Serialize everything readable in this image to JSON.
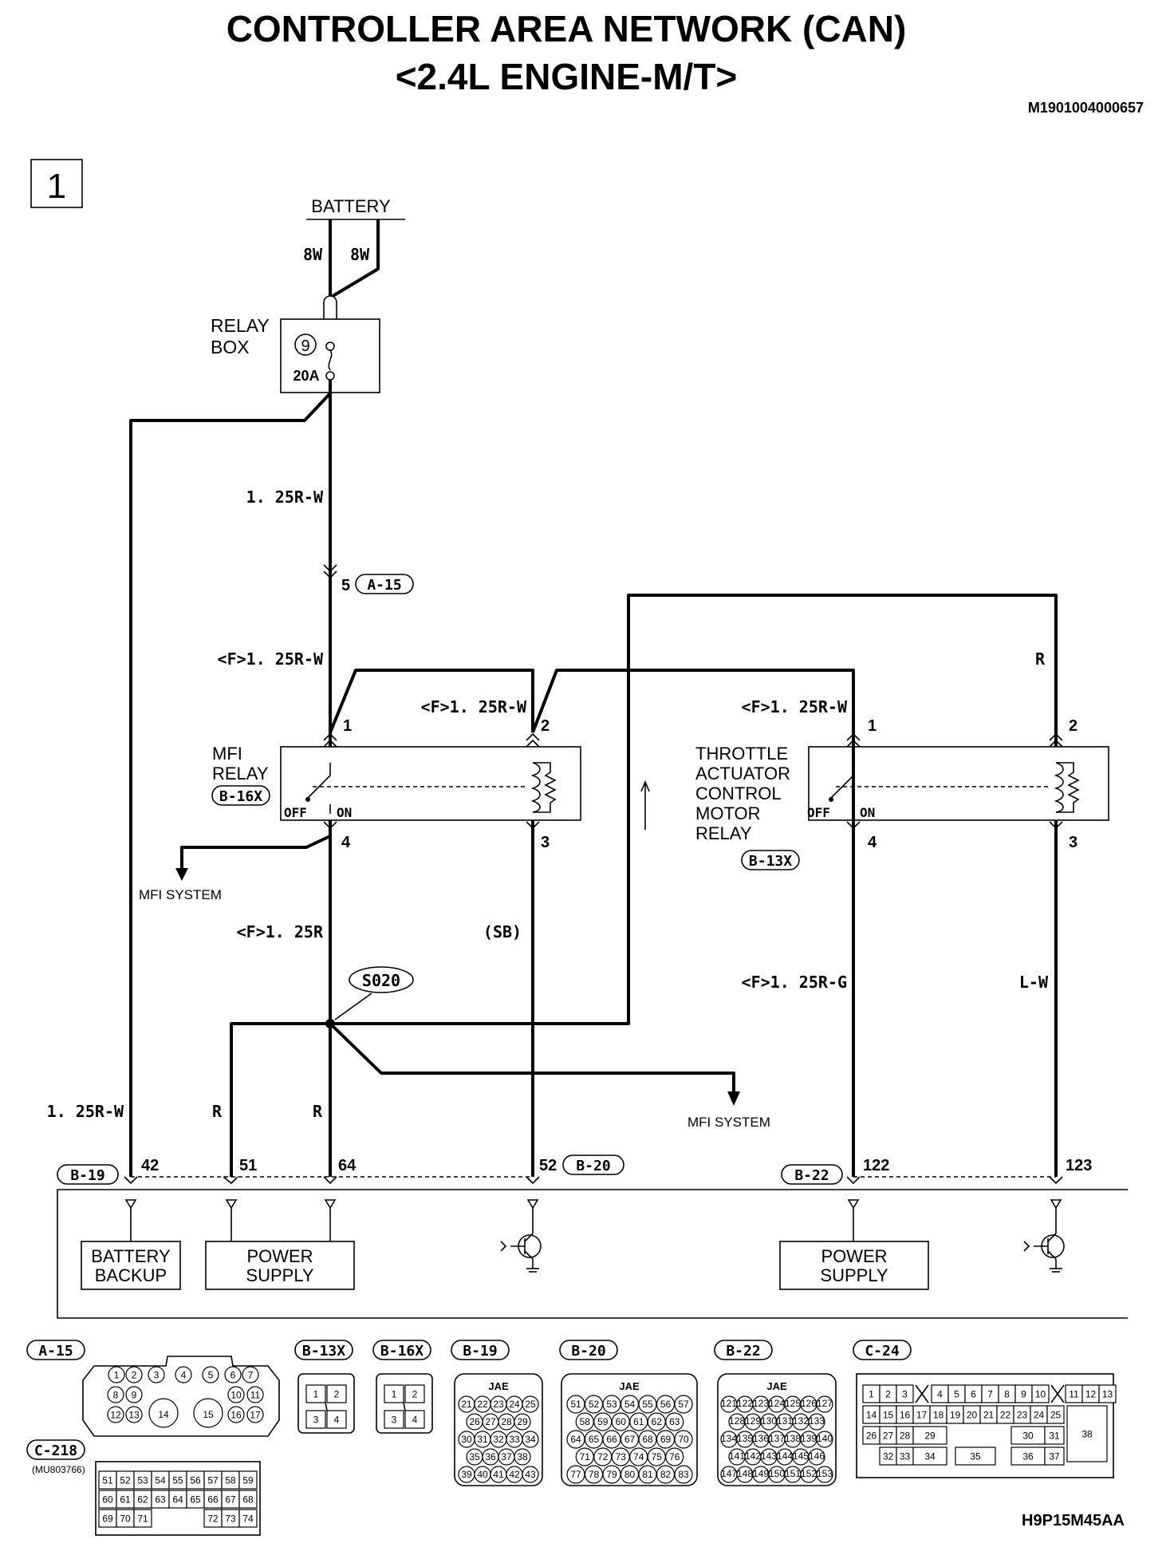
{
  "title": {
    "line1": "CONTROLLER AREA NETWORK (CAN)",
    "line2": "<2.4L ENGINE-M/T>",
    "code": "M1901004000657"
  },
  "page_number": "1",
  "footer_code": "H9P15M45AA",
  "battery": {
    "label": "BATTERY",
    "wire_left": "8W",
    "wire_right": "8W"
  },
  "relay_box": {
    "label_line1": "RELAY",
    "label_line2": "BOX",
    "fuse_number": "9",
    "fuse_rating": "20A"
  },
  "wires": {
    "main_trunk": "1. 25R-W",
    "connector_a15_pin": "5",
    "to_mfi_pin1": "<F>1. 25R-W",
    "to_mfi_pin2": "<F>1. 25R-W",
    "to_throttle_pin1": "<F>1. 25R-W",
    "throttle_pin2": "R",
    "mfi_pin4_out": "<F>1. 25R",
    "mfi_pin3_out": "(SB)",
    "throttle_pin4_out": "<F>1. 25R-G",
    "throttle_pin3_out": "L-W",
    "battery_backup_wire": "1. 25R-W",
    "pin51_wire": "R",
    "pin64_wire": "R"
  },
  "mfi_relay": {
    "label_line1": "MFI",
    "label_line2": "RELAY",
    "connector": "B-16X",
    "pins": [
      "1",
      "2",
      "4",
      "3"
    ],
    "off_label": "OFF",
    "on_label": "ON"
  },
  "throttle_relay": {
    "label_lines": [
      "THROTTLE",
      "ACTUATOR",
      "CONTROL",
      "MOTOR",
      "RELAY"
    ],
    "connector": "B-13X",
    "pins": [
      "1",
      "2",
      "4",
      "3"
    ],
    "off_label": "OFF",
    "on_label": "ON"
  },
  "splice": "S020",
  "mfi_system_label": "MFI SYSTEM",
  "ecu": {
    "connector_b19": "B-19",
    "connector_b20": "B-20",
    "connector_b22": "B-22",
    "pins": [
      "42",
      "51",
      "64",
      "52",
      "122",
      "123"
    ],
    "battery_backup_lines": [
      "BATTERY",
      "BACKUP"
    ],
    "power_supply_lines": [
      "POWER",
      "SUPPLY"
    ]
  },
  "connector_a15": "A-15",
  "connectors_legend": {
    "a15": {
      "label": "A-15",
      "pins": [
        "1",
        "2",
        "3",
        "4",
        "5",
        "6",
        "7",
        "8",
        "9",
        "10",
        "11",
        "12",
        "13",
        "14",
        "15",
        "16",
        "17"
      ]
    },
    "b13x": {
      "label": "B-13X",
      "pins": [
        "1",
        "2",
        "3",
        "4"
      ]
    },
    "b16x": {
      "label": "B-16X",
      "pins": [
        "1",
        "2",
        "3",
        "4"
      ]
    },
    "b19": {
      "label": "B-19",
      "maker": "JAE",
      "rows": [
        [
          "21",
          "22",
          "23",
          "24",
          "25"
        ],
        [
          "26",
          "27",
          "28",
          "29"
        ],
        [
          "30",
          "31",
          "32",
          "33",
          "34"
        ],
        [
          "35",
          "36",
          "37",
          "38"
        ],
        [
          "39",
          "40",
          "41",
          "42",
          "43"
        ]
      ]
    },
    "b20": {
      "label": "B-20",
      "maker": "JAE",
      "rows": [
        [
          "51",
          "52",
          "53",
          "54",
          "55",
          "56",
          "57"
        ],
        [
          "58",
          "59",
          "60",
          "61",
          "62",
          "63"
        ],
        [
          "64",
          "65",
          "66",
          "67",
          "68",
          "69",
          "70"
        ],
        [
          "71",
          "72",
          "73",
          "74",
          "75",
          "76"
        ],
        [
          "77",
          "78",
          "79",
          "80",
          "81",
          "82",
          "83"
        ]
      ]
    },
    "b22": {
      "label": "B-22",
      "maker": "JAE",
      "rows": [
        [
          "121",
          "122",
          "123",
          "124",
          "125",
          "126",
          "127"
        ],
        [
          "128",
          "129",
          "130",
          "131",
          "132",
          "133"
        ],
        [
          "134",
          "135",
          "136",
          "137",
          "138",
          "139",
          "140"
        ],
        [
          "141",
          "142",
          "143",
          "144",
          "145",
          "146"
        ],
        [
          "147",
          "148",
          "149",
          "150",
          "151",
          "152",
          "153"
        ]
      ]
    },
    "c24": {
      "label": "C-24",
      "rows": [
        [
          "1",
          "2",
          "3",
          "4",
          "5",
          "6",
          "7",
          "8",
          "9",
          "10",
          "11",
          "12",
          "13"
        ],
        [
          "14",
          "15",
          "16",
          "17",
          "18",
          "19",
          "20",
          "21",
          "22",
          "23",
          "24",
          "25"
        ],
        [
          "26",
          "27",
          "28",
          "29",
          "30",
          "31",
          "38"
        ],
        [
          "32",
          "33",
          "34",
          "35",
          "36",
          "37"
        ]
      ]
    },
    "c218": {
      "label": "C-218",
      "part": "(MU803766)",
      "rows": [
        [
          "51",
          "52",
          "53",
          "54",
          "55",
          "56",
          "57",
          "58",
          "59"
        ],
        [
          "60",
          "61",
          "62",
          "63",
          "64",
          "65",
          "66",
          "67",
          "68"
        ],
        [
          "69",
          "70",
          "71",
          "72",
          "73",
          "74"
        ]
      ]
    }
  }
}
